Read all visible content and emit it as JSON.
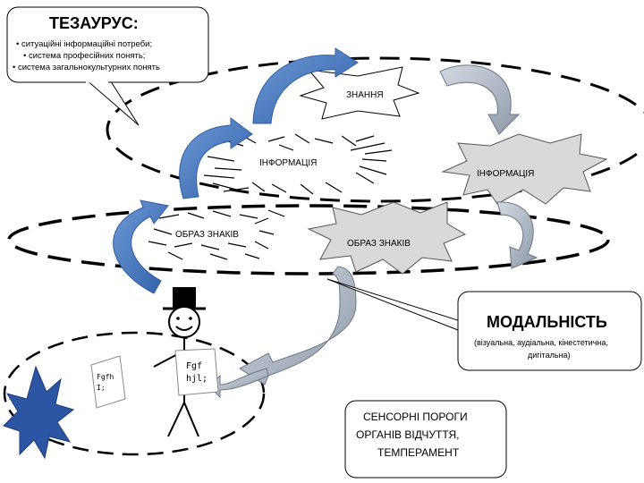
{
  "thesaurus": {
    "title": "ТЕЗАУРУС:",
    "items": [
      "• ситуаційні інформаційні потреби;",
      "• система професійних понять;",
      "• система загальнокультурних понять"
    ]
  },
  "nodes": {
    "knowledge": "ЗНАННЯ",
    "information_left": "ІНФОРМАЦІЯ",
    "information_right": "ІНФОРМАЦІЯ",
    "signs_left": "ОБРАЗ ЗНАКІВ",
    "signs_right": "ОБРАЗ ЗНАКІВ"
  },
  "modality": {
    "title": "МОДАЛЬНІСТЬ",
    "text_line1": "(візуальна, аудіальна, кінестетична,",
    "text_line2": "дигітальна)"
  },
  "thresholds": {
    "line1": "СЕНСОРНІ ПОРОГИ",
    "line2": "ОРГАНІВ ВІДЧУТТЯ,",
    "line3": "ТЕМПЕРАМЕНТ"
  },
  "signs": {
    "small_line1": "Fgfh",
    "small_line2": "I;",
    "big_line1": "Fgf",
    "big_line2": "hjl;"
  },
  "colors": {
    "blue_arrow": "#4a7cc0",
    "gray_arrow": "#a9b3c2",
    "starburst_fill": "#2c55a4",
    "gray_fill": "#d9d9d9",
    "dash": "#000000"
  }
}
